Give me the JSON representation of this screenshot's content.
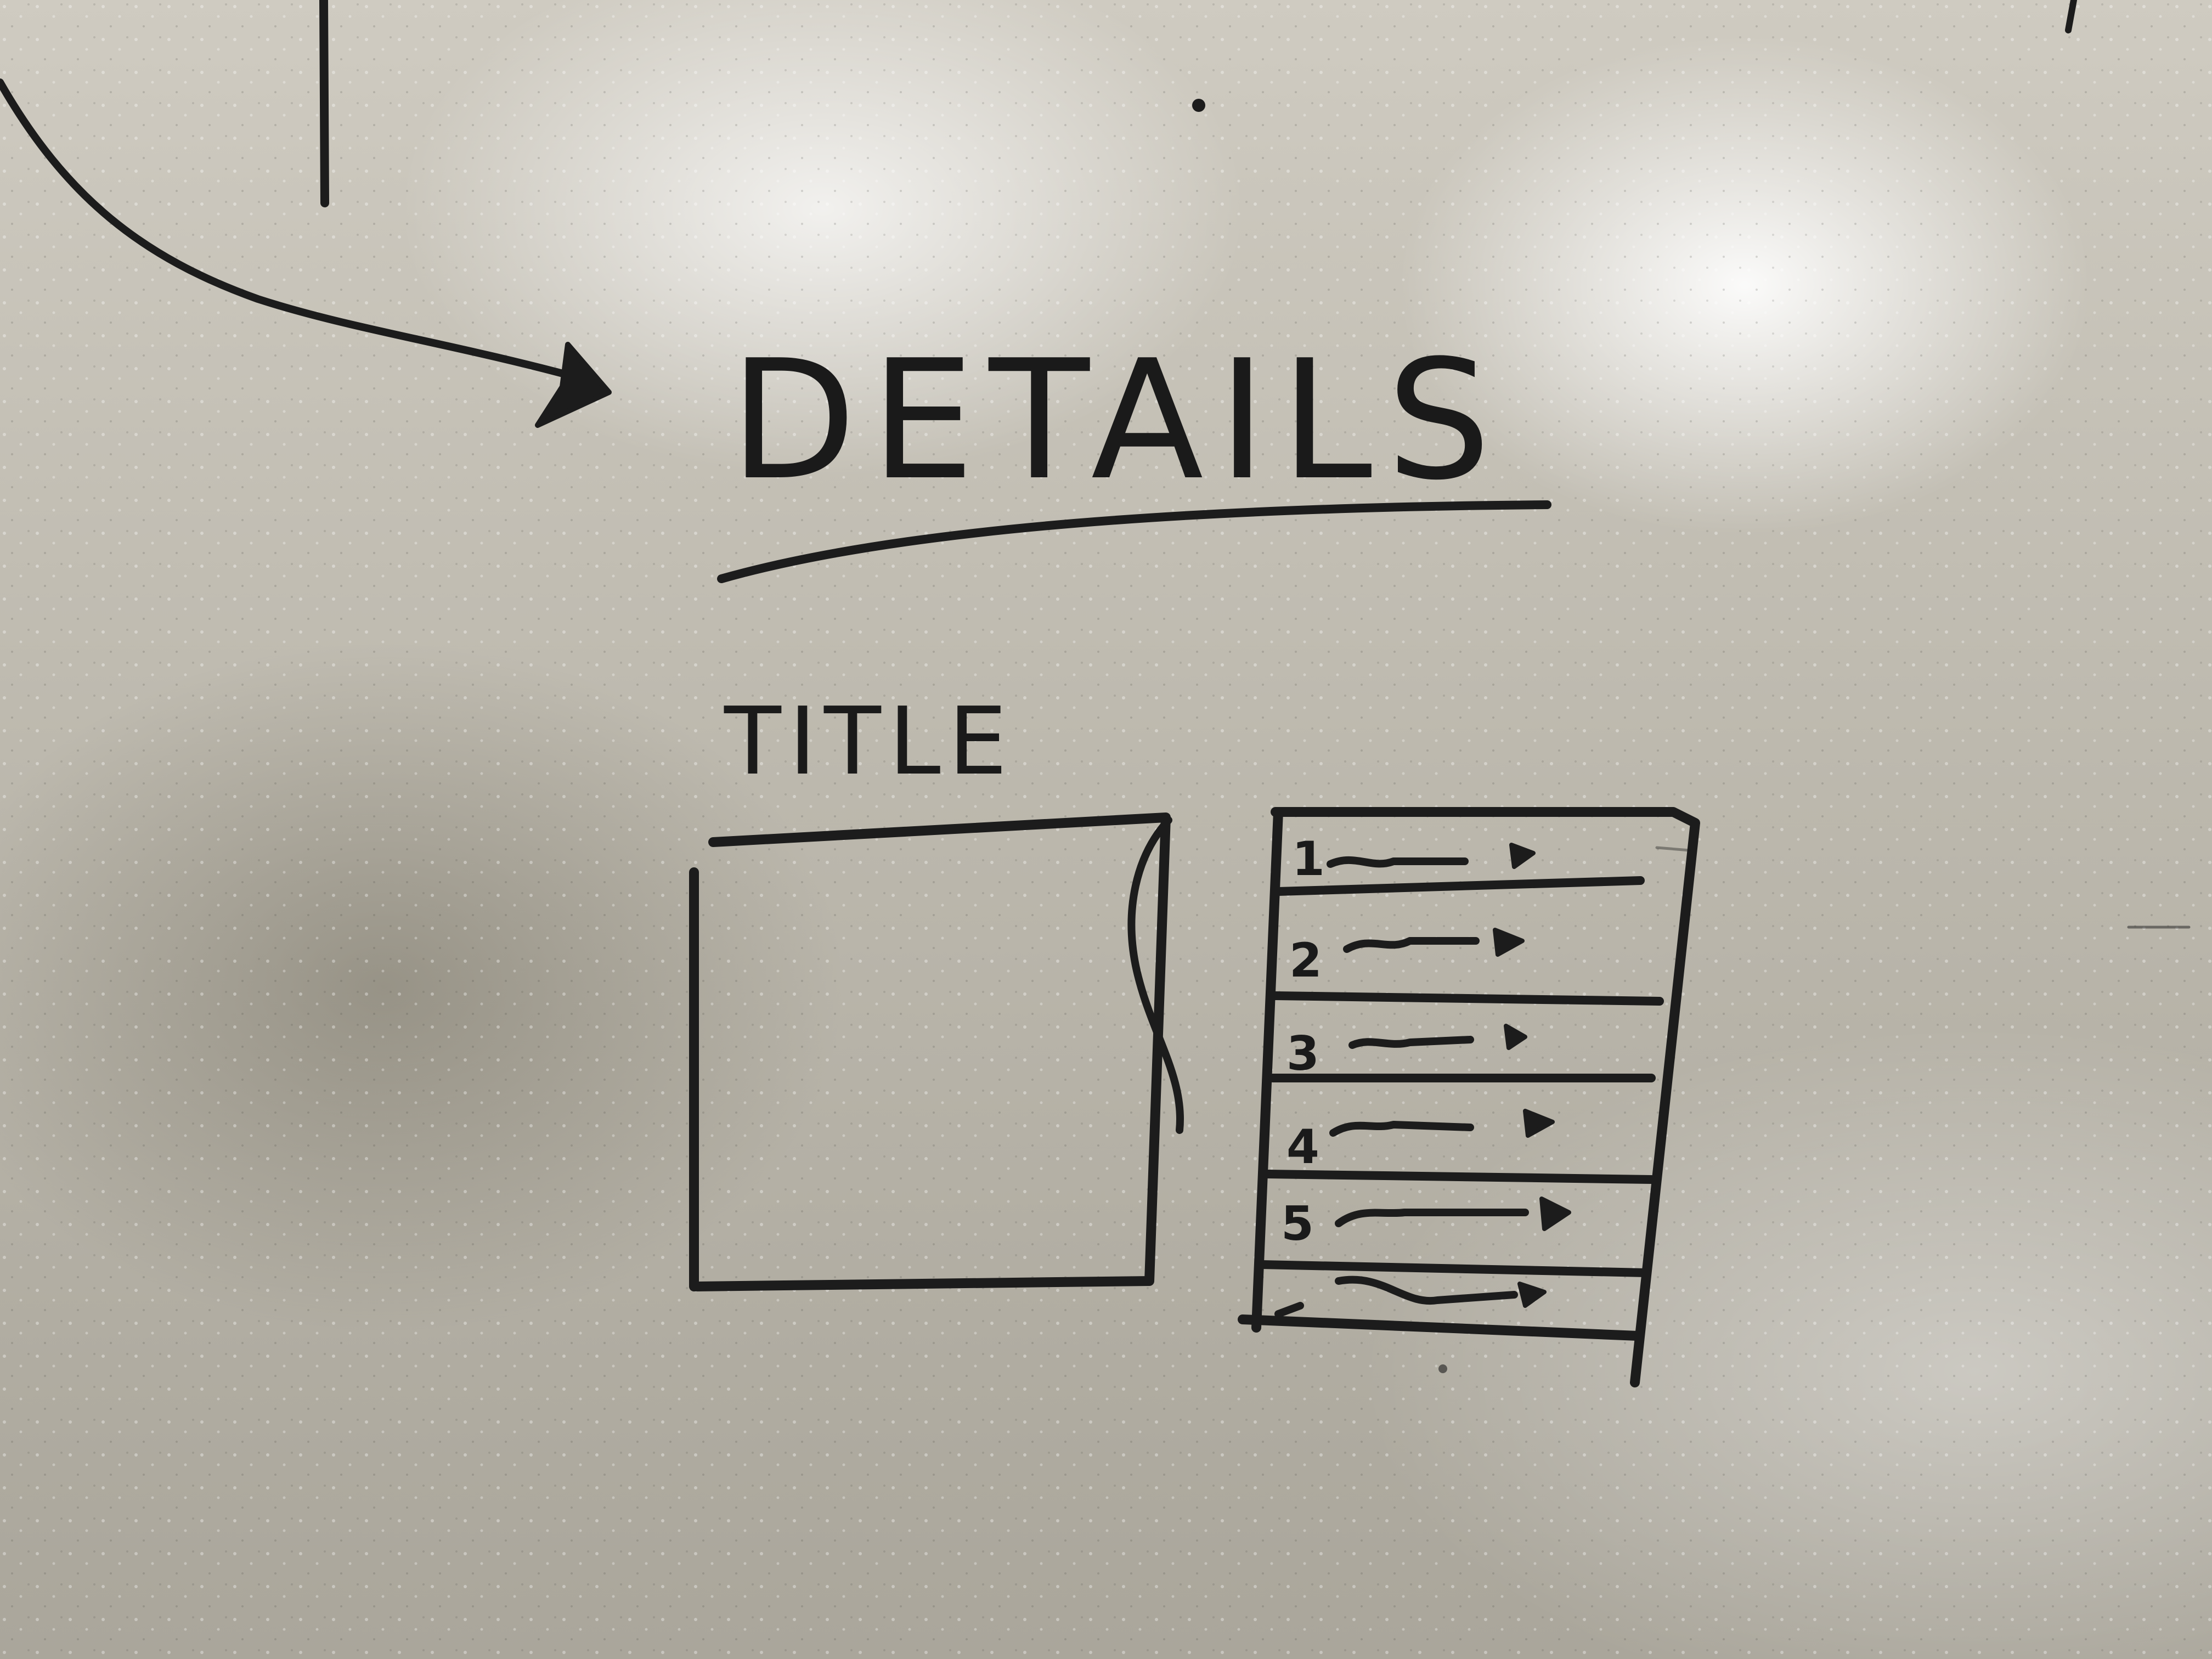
{
  "whiteboard": {
    "heading": "DETAILS",
    "title_label": "TITLE",
    "list_numbers": [
      "1",
      "2",
      "3",
      "4",
      "5"
    ],
    "ink_color": "#1c1c1c",
    "board_color": "#c4c0b6"
  }
}
